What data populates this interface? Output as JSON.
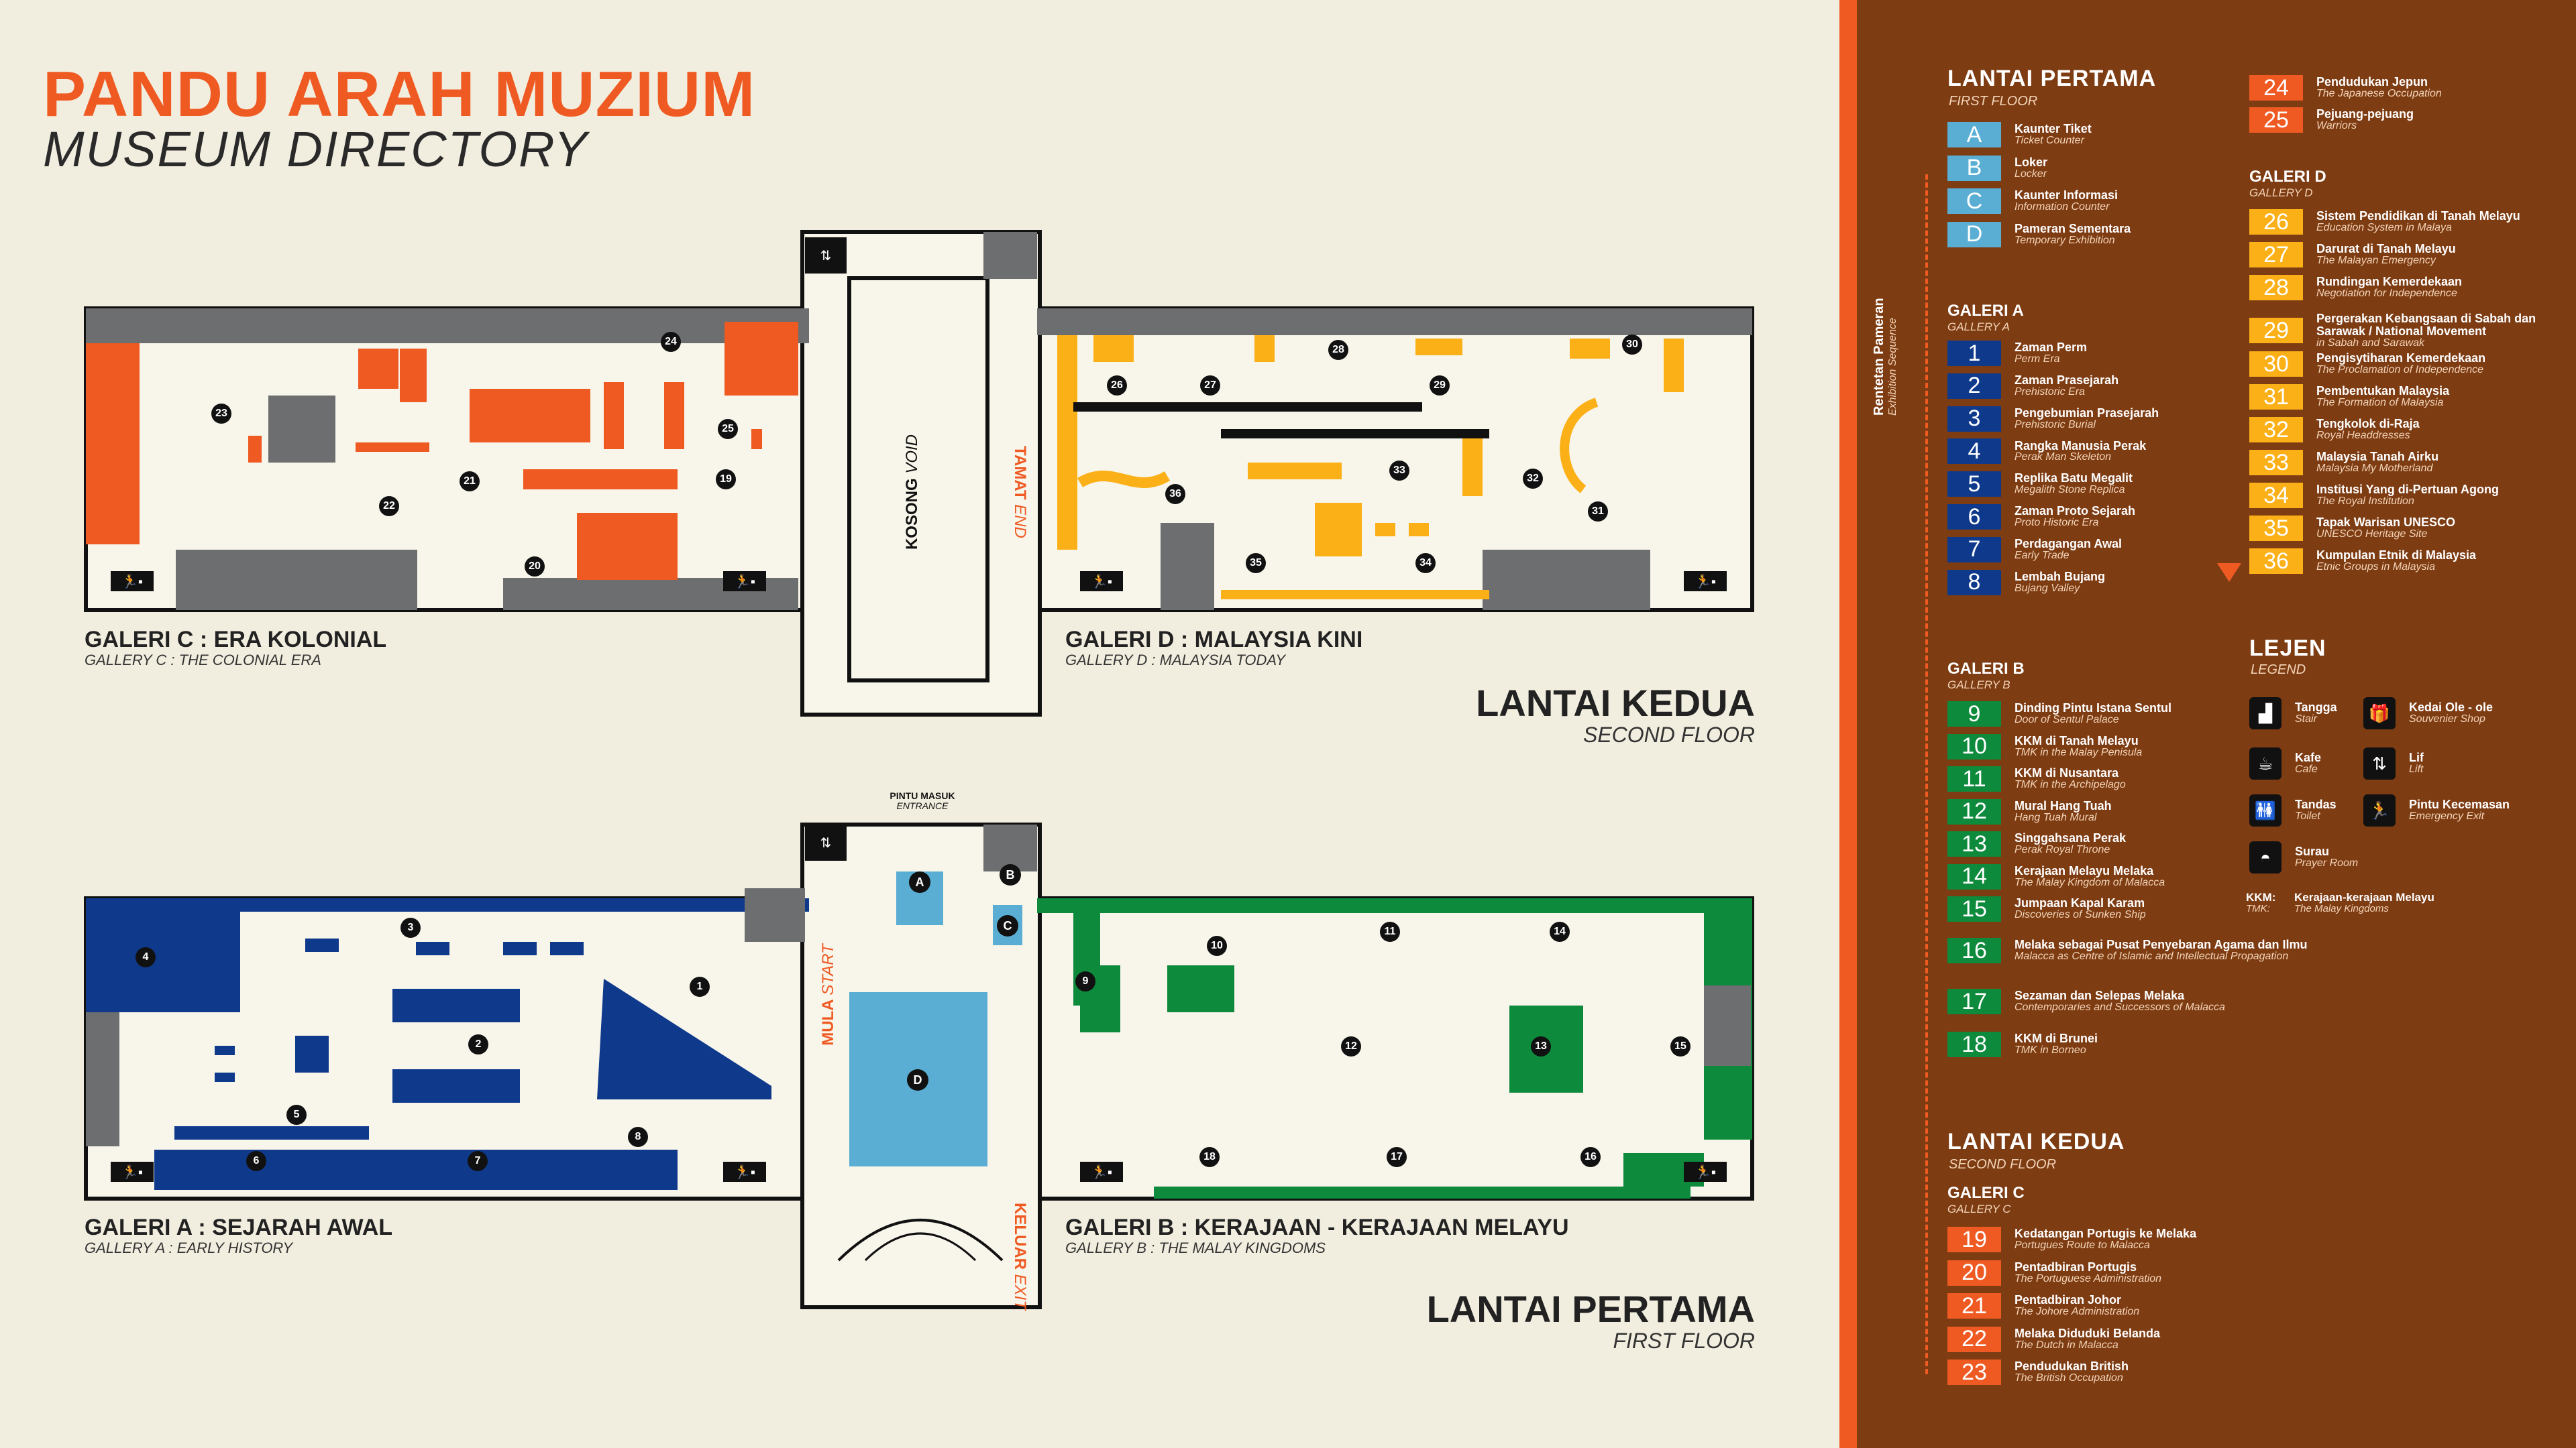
{
  "header": {
    "title": "PANDU ARAH MUZIUM",
    "subtitle": "MUSEUM DIRECTORY"
  },
  "floors": {
    "second": {
      "label": "LANTAI KEDUA",
      "sub": "SECOND FLOOR"
    },
    "first": {
      "label": "LANTAI PERTAMA",
      "sub": "FIRST FLOOR"
    }
  },
  "galleries": {
    "c": {
      "label": "GALERI C : ERA KOLONIAL",
      "sub": "GALLERY C : THE COLONIAL ERA"
    },
    "d": {
      "label": "GALERI D : MALAYSIA KINI",
      "sub": "GALLERY D : MALAYSIA TODAY"
    },
    "a": {
      "label": "GALERI A : SEJARAH AWAL",
      "sub": "GALLERY A : EARLY HISTORY"
    },
    "b": {
      "label": "GALERI B : KERAJAAN - KERAJAAN MELAYU",
      "sub": "GALLERY B : THE MALAY KINGDOMS"
    }
  },
  "map_labels": {
    "void": "KOSONG",
    "void_sub": "VOID",
    "end": "TAMAT",
    "end_sub": "END",
    "start": "MULA",
    "start_sub": "START",
    "exit": "KELUAR",
    "exit_sub": "EXIT",
    "entrance": "PINTU MASUK",
    "entrance_sub": "ENTRANCE"
  },
  "second_floor_markers": [
    "19",
    "20",
    "21",
    "22",
    "23",
    "24",
    "25",
    "26",
    "27",
    "28",
    "29",
    "30",
    "31",
    "32",
    "33",
    "34",
    "35",
    "36"
  ],
  "first_floor_markers": [
    "1",
    "2",
    "3",
    "4",
    "5",
    "6",
    "7",
    "8",
    "9",
    "10",
    "11",
    "12",
    "13",
    "14",
    "15",
    "16",
    "17",
    "18"
  ],
  "first_floor_letters": [
    "A",
    "B",
    "C",
    "D"
  ],
  "colors": {
    "orange": "#ef5a23",
    "yellow": "#fbb017",
    "navy": "#0f3a8c",
    "green": "#0e8a3c",
    "lightblue": "#5aaed3",
    "brown_panel": "#7e3c13",
    "grey": "#6d6e70",
    "cream": "#f2eedf"
  },
  "legend": {
    "first_floor_title": "LANTAI PERTAMA",
    "first_floor_sub": "FIRST FLOOR",
    "letters": [
      {
        "badge": "A",
        "name": "Kaunter Tiket",
        "sub": "Ticket Counter"
      },
      {
        "badge": "B",
        "name": "Loker",
        "sub": "Locker"
      },
      {
        "badge": "C",
        "name": "Kaunter Informasi",
        "sub": "Information Counter"
      },
      {
        "badge": "D",
        "name": "Pameran Sementara",
        "sub": "Temporary Exhibition"
      }
    ],
    "gallery_a_title": "GALERI A",
    "gallery_a_sub": "GALLERY A",
    "gallery_a": [
      {
        "badge": "1",
        "name": "Zaman Perm",
        "sub": "Perm Era"
      },
      {
        "badge": "2",
        "name": "Zaman Prasejarah",
        "sub": "Prehistoric Era"
      },
      {
        "badge": "3",
        "name": "Pengebumian Prasejarah",
        "sub": "Prehistoric Burial"
      },
      {
        "badge": "4",
        "name": "Rangka Manusia Perak",
        "sub": "Perak Man Skeleton"
      },
      {
        "badge": "5",
        "name": "Replika Batu Megalit",
        "sub": "Megalith Stone Replica"
      },
      {
        "badge": "6",
        "name": "Zaman Proto Sejarah",
        "sub": "Proto Historic Era"
      },
      {
        "badge": "7",
        "name": "Perdagangan Awal",
        "sub": "Early Trade"
      },
      {
        "badge": "8",
        "name": "Lembah Bujang",
        "sub": "Bujang Valley"
      }
    ],
    "gallery_b_title": "GALERI B",
    "gallery_b_sub": "GALLERY B",
    "gallery_b": [
      {
        "badge": "9",
        "name": "Dinding Pintu Istana Sentul",
        "sub": "Door of Sentul Palace"
      },
      {
        "badge": "10",
        "name": "KKM di Tanah Melayu",
        "sub": "TMK in the Malay Penisula"
      },
      {
        "badge": "11",
        "name": "KKM di Nusantara",
        "sub": "TMK in the Archipelago"
      },
      {
        "badge": "12",
        "name": "Mural Hang Tuah",
        "sub": "Hang Tuah Mural"
      },
      {
        "badge": "13",
        "name": "Singgahsana Perak",
        "sub": "Perak Royal Throne"
      },
      {
        "badge": "14",
        "name": "Kerajaan Melayu Melaka",
        "sub": "The Malay Kingdom of Malacca"
      },
      {
        "badge": "15",
        "name": "Jumpaan Kapal Karam",
        "sub": "Discoveries of Sunken Ship"
      },
      {
        "badge": "16",
        "name": "Melaka sebagai Pusat Penyebaran Agama dan Ilmu",
        "sub": "Malacca as Centre of Islamic and Intellectual Propagation"
      },
      {
        "badge": "17",
        "name": "Sezaman dan Selepas Melaka",
        "sub": "Contemporaries and Successors of Malacca"
      },
      {
        "badge": "18",
        "name": "KKM di Brunei",
        "sub": "TMK in Borneo"
      }
    ],
    "second_floor_title": "LANTAI KEDUA",
    "second_floor_sub": "SECOND FLOOR",
    "gallery_c_title": "GALERI C",
    "gallery_c_sub": "GALLERY C",
    "gallery_c": [
      {
        "badge": "19",
        "name": "Kedatangan Portugis ke Melaka",
        "sub": "Portugues Route to Malacca"
      },
      {
        "badge": "20",
        "name": "Pentadbiran Portugis",
        "sub": "The Portuguese Administration"
      },
      {
        "badge": "21",
        "name": "Pentadbiran Johor",
        "sub": "The Johore Administration"
      },
      {
        "badge": "22",
        "name": "Melaka Diduduki Belanda",
        "sub": "The Dutch in Malacca"
      },
      {
        "badge": "23",
        "name": "Pendudukan British",
        "sub": "The British Occupation"
      },
      {
        "badge": "24",
        "name": "Pendudukan Jepun",
        "sub": "The Japanese Occupation"
      },
      {
        "badge": "25",
        "name": "Pejuang-pejuang",
        "sub": "Warriors"
      }
    ],
    "gallery_d_title": "GALERI D",
    "gallery_d_sub": "GALLERY D",
    "gallery_d": [
      {
        "badge": "26",
        "name": "Sistem Pendidikan di Tanah Melayu",
        "sub": "Education System in Malaya"
      },
      {
        "badge": "27",
        "name": "Darurat di Tanah Melayu",
        "sub": "The Malayan Emergency"
      },
      {
        "badge": "28",
        "name": "Rundingan Kemerdekaan",
        "sub": "Negotiation for Independence"
      },
      {
        "badge": "29",
        "name": "Pergerakan Kebangsaan di Sabah dan Sarawak / National Movement",
        "sub": "in Sabah and Sarawak"
      },
      {
        "badge": "30",
        "name": "Pengisytiharan Kemerdekaan",
        "sub": "The Proclamation of Independence"
      },
      {
        "badge": "31",
        "name": "Pembentukan Malaysia",
        "sub": "The Formation of Malaysia"
      },
      {
        "badge": "32",
        "name": "Tengkolok di-Raja",
        "sub": "Royal Headdresses"
      },
      {
        "badge": "33",
        "name": "Malaysia Tanah Airku",
        "sub": "Malaysia My Motherland"
      },
      {
        "badge": "34",
        "name": "Institusi Yang di-Pertuan Agong",
        "sub": "The Royal Institution"
      },
      {
        "badge": "35",
        "name": "Tapak Warisan UNESCO",
        "sub": "UNESCO Heritage Site"
      },
      {
        "badge": "36",
        "name": "Kumpulan Etnik di Malaysia",
        "sub": "Etnic Groups in Malaysia"
      }
    ],
    "sequence_label": "Rentetan Pameran",
    "sequence_sub": "Exhibition Sequence",
    "legend_title": "LEJEN",
    "legend_sub": "LEGEND",
    "symbols": [
      {
        "icon": "stairs-icon",
        "glyph": "▟",
        "name": "Tangga",
        "sub": "Stair"
      },
      {
        "icon": "gift-icon",
        "glyph": "🎁",
        "name": "Kedai Ole - ole",
        "sub": "Souvenier Shop"
      },
      {
        "icon": "cafe-icon",
        "glyph": "☕",
        "name": "Kafe",
        "sub": "Cafe"
      },
      {
        "icon": "lift-icon",
        "glyph": "⇅",
        "name": "Lif",
        "sub": "Lift"
      },
      {
        "icon": "toilet-icon",
        "glyph": "🚻",
        "name": "Tandas",
        "sub": "Toilet"
      },
      {
        "icon": "emergency-exit-icon",
        "glyph": "🏃",
        "name": "Pintu Kecemasan",
        "sub": "Emergency Exit"
      },
      {
        "icon": "prayer-room-icon",
        "glyph": "◓",
        "name": "Surau",
        "sub": "Prayer Room"
      }
    ],
    "abbr_key": "KKM:",
    "abbr_key_en": "TMK:",
    "abbr_value": "Kerajaan-kerajaan Melayu",
    "abbr_value_en": "The Malay Kingdoms"
  }
}
